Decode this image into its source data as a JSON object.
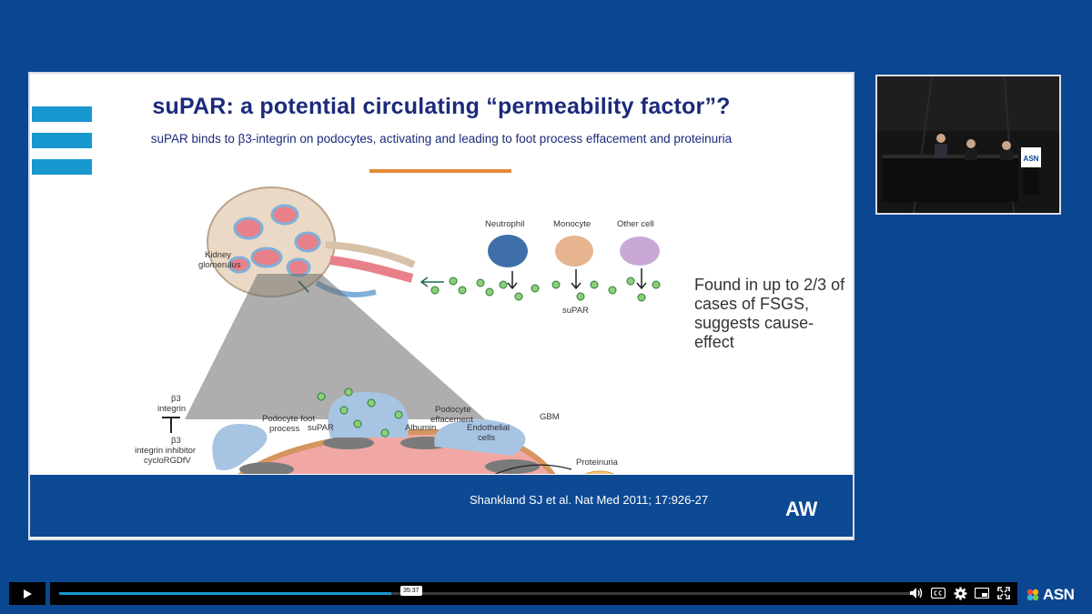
{
  "slide": {
    "title": "suPAR: a potential circulating “permeability factor”?",
    "subtitle": "suPAR binds to β3-integrin on podocytes, activating and leading to foot process effacement and proteinuria",
    "side_text": "Found in up to 2/3 of cases of FSGS, suggests cause-effect",
    "citation": "Shankland SJ et al. Nat Med 2011; 17:926-27",
    "initials": "AW",
    "colors": {
      "title": "#1c2a7a",
      "accent_bars": "#1997cf",
      "rule": "#e08a37",
      "footer": "#0e4a93",
      "background": "#0b4691"
    },
    "diagram_labels": {
      "kidney": "Kidney",
      "glomerulus": "glomerulus",
      "neutrophil": "Neutrophil",
      "monocyte": "Monocyte",
      "other_cell": "Other cell",
      "supar_top": "suPAR",
      "podocyte_foot": "Podocyte foot",
      "process": "process",
      "podocyte": "Podocyte",
      "effacement": "effacement",
      "proteinuria": "Proteinuria",
      "beta3": "β3",
      "integrin": "integrin",
      "beta3_b": "β3",
      "integrin_inhibitor": "integrin inhibitor",
      "cyclo": "cycloRGDfV",
      "supar_bottom": "suPAR",
      "albumin": "Albumin",
      "endothelial": "Endothelial",
      "cells": "cells",
      "gbm": "GBM"
    }
  },
  "camera": {
    "sign": "ASN"
  },
  "player": {
    "timestamp": "35:37",
    "progress": 0.39,
    "controls": [
      "volume-icon",
      "captions-icon",
      "settings-icon",
      "pip-icon",
      "fullscreen-icon"
    ]
  },
  "brand": {
    "name": "ASN"
  }
}
